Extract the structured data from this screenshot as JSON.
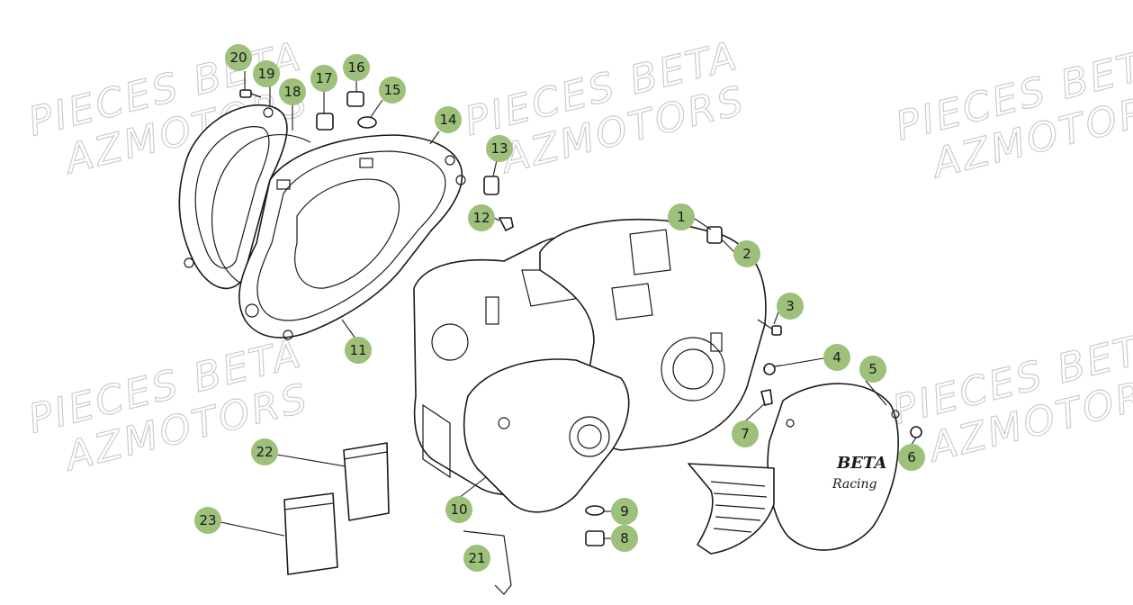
{
  "watermark": {
    "line1": "PIECES BETA",
    "line2": "AZMOTORS"
  },
  "callouts": [
    {
      "id": "1",
      "label": "1"
    },
    {
      "id": "2",
      "label": "2"
    },
    {
      "id": "3",
      "label": "3"
    },
    {
      "id": "4",
      "label": "4"
    },
    {
      "id": "5",
      "label": "5"
    },
    {
      "id": "6",
      "label": "6"
    },
    {
      "id": "7",
      "label": "7"
    },
    {
      "id": "8",
      "label": "8"
    },
    {
      "id": "9",
      "label": "9"
    },
    {
      "id": "10",
      "label": "10"
    },
    {
      "id": "11",
      "label": "11"
    },
    {
      "id": "12",
      "label": "12"
    },
    {
      "id": "13",
      "label": "13"
    },
    {
      "id": "14",
      "label": "14"
    },
    {
      "id": "15",
      "label": "15"
    },
    {
      "id": "16",
      "label": "16"
    },
    {
      "id": "17",
      "label": "17"
    },
    {
      "id": "18",
      "label": "18"
    },
    {
      "id": "19",
      "label": "19"
    },
    {
      "id": "20",
      "label": "20"
    },
    {
      "id": "21",
      "label": "21"
    },
    {
      "id": "22",
      "label": "22"
    },
    {
      "id": "23",
      "label": "23"
    }
  ],
  "cover_logo": {
    "brand": "BETA",
    "sub": "Racing"
  },
  "colors": {
    "callout_fill": "#9dc07a",
    "line": "#1a1a1a",
    "watermark": "#c9c9c9"
  }
}
